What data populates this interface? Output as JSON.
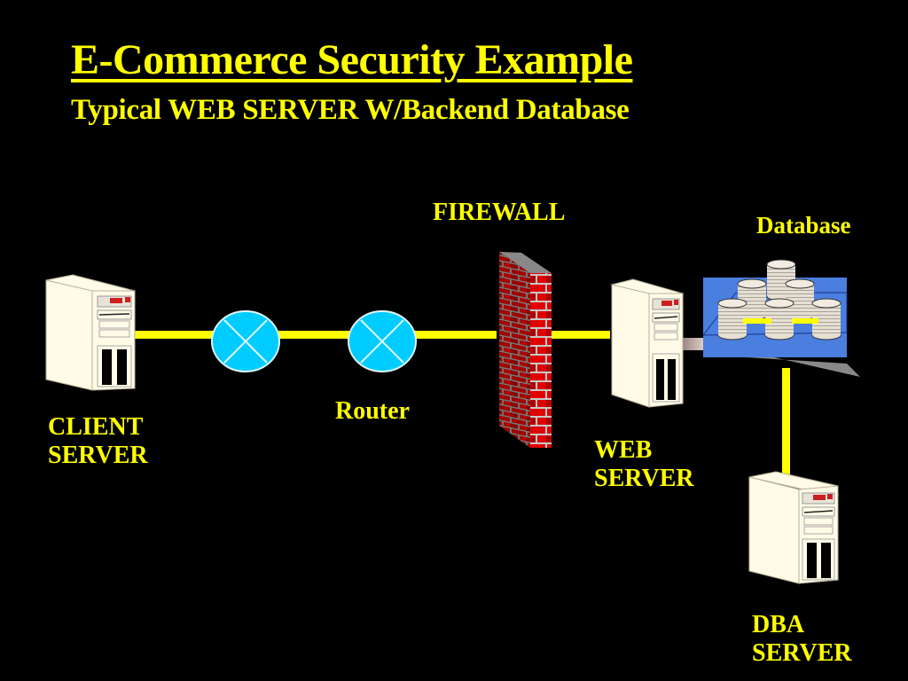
{
  "title": "E-Commerce Security Example",
  "subtitle": "Typical WEB SERVER W/Backend Database",
  "labels": {
    "firewall": "FIREWALL",
    "database": "Database",
    "router": "Router",
    "client_line1": "CLIENT",
    "client_line2": "SERVER",
    "web_line1": "WEB",
    "web_line2": "SERVER",
    "dba_line1": "DBA",
    "dba_line2": "SERVER"
  },
  "colors": {
    "background": "#000000",
    "text": "#ffff00",
    "link": "#ffff00",
    "router": "#00ccff",
    "brick": "#cc0000",
    "server": "#fffbe6",
    "database_panel": "#4a7fe0"
  }
}
